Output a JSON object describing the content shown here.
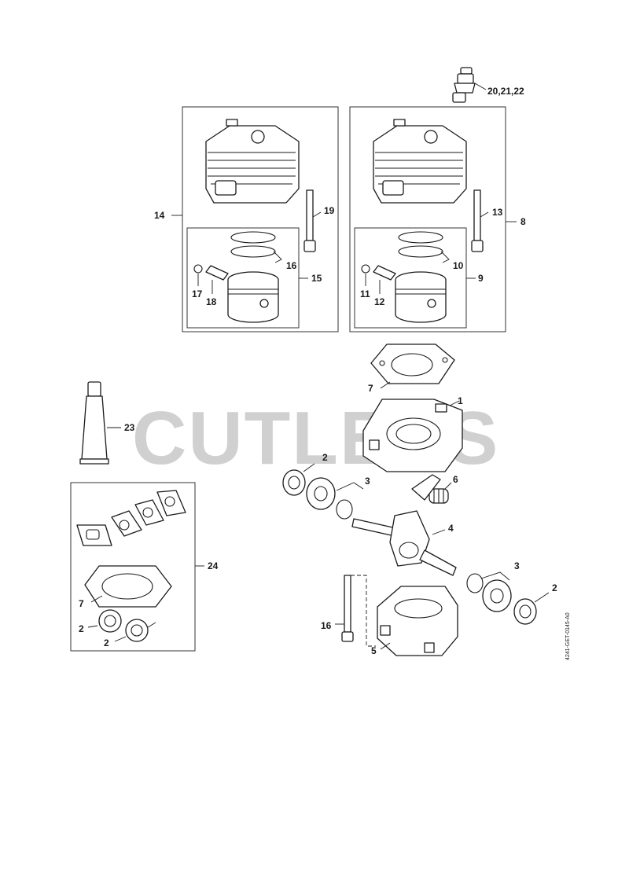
{
  "watermark": "CUTLERS",
  "drawing_number": "4241-GET-0145-A0",
  "callouts": {
    "c1": "1",
    "c2a": "2",
    "c2b": "2",
    "c2c": "2",
    "c2d": "2",
    "c3a": "3",
    "c3b": "3",
    "c4": "4",
    "c5": "5",
    "c6": "6",
    "c7a": "7",
    "c7b": "7",
    "c8": "8",
    "c9": "9",
    "c10": "10",
    "c11": "11",
    "c12": "12",
    "c13": "13",
    "c14": "14",
    "c15": "15",
    "c16a": "16",
    "c16b": "16",
    "c17": "17",
    "c18": "18",
    "c19": "19",
    "c20": "20,21,22",
    "c23": "23",
    "c24": "24"
  }
}
